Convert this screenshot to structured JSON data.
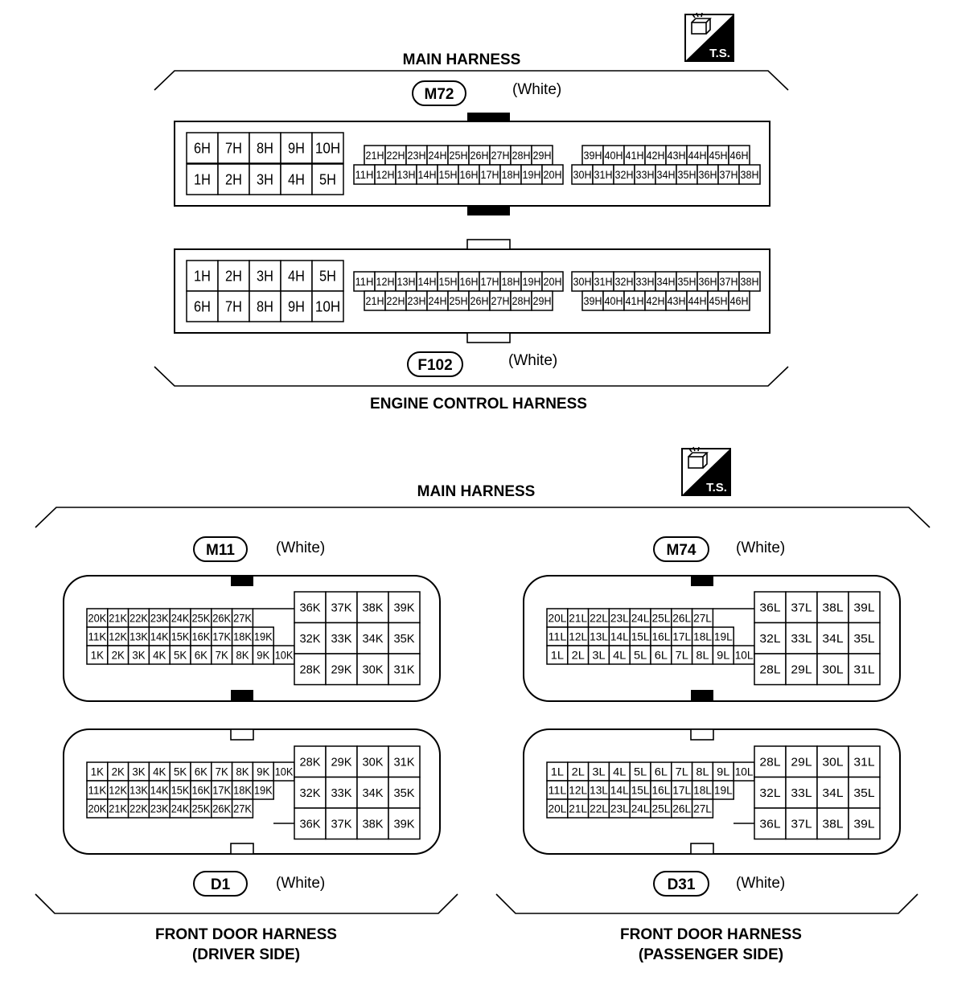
{
  "ts_badge": "T.S.",
  "panel_top": {
    "main_harness": "MAIN HARNESS",
    "engine_harness": "ENGINE CONTROL HARNESS",
    "m72": {
      "id": "M72",
      "color": "(White)",
      "big_rows": [
        [
          "6H",
          "7H",
          "8H",
          "9H",
          "10H"
        ],
        [
          "1H",
          "2H",
          "3H",
          "4H",
          "5H"
        ]
      ],
      "mid_rows": [
        [
          "21H",
          "22H",
          "23H",
          "24H",
          "25H",
          "26H",
          "27H",
          "28H",
          "29H"
        ],
        [
          "11H",
          "12H",
          "13H",
          "14H",
          "15H",
          "16H",
          "17H",
          "18H",
          "19H",
          "20H"
        ]
      ],
      "right_rows": [
        [
          "39H",
          "40H",
          "41H",
          "42H",
          "43H",
          "44H",
          "45H",
          "46H"
        ],
        [
          "30H",
          "31H",
          "32H",
          "33H",
          "34H",
          "35H",
          "36H",
          "37H",
          "38H"
        ]
      ]
    },
    "f102": {
      "id": "F102",
      "color": "(White)",
      "big_rows": [
        [
          "1H",
          "2H",
          "3H",
          "4H",
          "5H"
        ],
        [
          "6H",
          "7H",
          "8H",
          "9H",
          "10H"
        ]
      ],
      "mid_rows": [
        [
          "11H",
          "12H",
          "13H",
          "14H",
          "15H",
          "16H",
          "17H",
          "18H",
          "19H",
          "20H"
        ],
        [
          "21H",
          "22H",
          "23H",
          "24H",
          "25H",
          "26H",
          "27H",
          "28H",
          "29H"
        ]
      ],
      "right_rows": [
        [
          "30H",
          "31H",
          "32H",
          "33H",
          "34H",
          "35H",
          "36H",
          "37H",
          "38H"
        ],
        [
          "39H",
          "40H",
          "41H",
          "42H",
          "43H",
          "44H",
          "45H",
          "46H"
        ]
      ]
    }
  },
  "panel_bottom": {
    "main_harness": "MAIN HARNESS",
    "driver_harness": [
      "FRONT DOOR HARNESS",
      "(DRIVER SIDE)"
    ],
    "passenger_harness": [
      "FRONT DOOR HARNESS",
      "(PASSENGER SIDE)"
    ],
    "m11": {
      "id": "M11",
      "color": "(White)",
      "small_rows": [
        [
          "20K",
          "21K",
          "22K",
          "23K",
          "24K",
          "25K",
          "26K",
          "27K"
        ],
        [
          "11K",
          "12K",
          "13K",
          "14K",
          "15K",
          "16K",
          "17K",
          "18K",
          "19K"
        ],
        [
          "1K",
          "2K",
          "3K",
          "4K",
          "5K",
          "6K",
          "7K",
          "8K",
          "9K",
          "10K"
        ]
      ],
      "big_rows": [
        [
          "36K",
          "37K",
          "38K",
          "39K"
        ],
        [
          "32K",
          "33K",
          "34K",
          "35K"
        ],
        [
          "28K",
          "29K",
          "30K",
          "31K"
        ]
      ]
    },
    "d1": {
      "id": "D1",
      "color": "(White)",
      "small_rows": [
        [
          "1K",
          "2K",
          "3K",
          "4K",
          "5K",
          "6K",
          "7K",
          "8K",
          "9K",
          "10K"
        ],
        [
          "11K",
          "12K",
          "13K",
          "14K",
          "15K",
          "16K",
          "17K",
          "18K",
          "19K"
        ],
        [
          "20K",
          "21K",
          "22K",
          "23K",
          "24K",
          "25K",
          "26K",
          "27K"
        ]
      ],
      "big_rows": [
        [
          "28K",
          "29K",
          "30K",
          "31K"
        ],
        [
          "32K",
          "33K",
          "34K",
          "35K"
        ],
        [
          "36K",
          "37K",
          "38K",
          "39K"
        ]
      ]
    },
    "m74": {
      "id": "M74",
      "color": "(White)",
      "small_rows": [
        [
          "20L",
          "21L",
          "22L",
          "23L",
          "24L",
          "25L",
          "26L",
          "27L"
        ],
        [
          "11L",
          "12L",
          "13L",
          "14L",
          "15L",
          "16L",
          "17L",
          "18L",
          "19L"
        ],
        [
          "1L",
          "2L",
          "3L",
          "4L",
          "5L",
          "6L",
          "7L",
          "8L",
          "9L",
          "10L"
        ]
      ],
      "big_rows": [
        [
          "36L",
          "37L",
          "38L",
          "39L"
        ],
        [
          "32L",
          "33L",
          "34L",
          "35L"
        ],
        [
          "28L",
          "29L",
          "30L",
          "31L"
        ]
      ]
    },
    "d31": {
      "id": "D31",
      "color": "(White)",
      "small_rows": [
        [
          "1L",
          "2L",
          "3L",
          "4L",
          "5L",
          "6L",
          "7L",
          "8L",
          "9L",
          "10L"
        ],
        [
          "11L",
          "12L",
          "13L",
          "14L",
          "15L",
          "16L",
          "17L",
          "18L",
          "19L"
        ],
        [
          "20L",
          "21L",
          "22L",
          "23L",
          "24L",
          "25L",
          "26L",
          "27L"
        ]
      ],
      "big_rows": [
        [
          "28L",
          "29L",
          "30L",
          "31L"
        ],
        [
          "32L",
          "33L",
          "34L",
          "35L"
        ],
        [
          "36L",
          "37L",
          "38L",
          "39L"
        ]
      ]
    }
  }
}
